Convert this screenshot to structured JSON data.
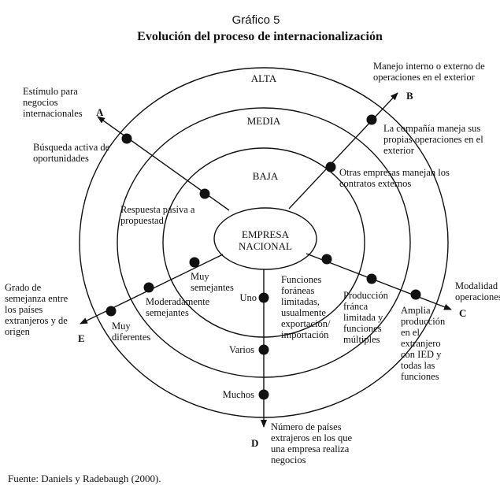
{
  "header": {
    "figure_number": "Gráfico 5",
    "title": "Evolución del proceso de internacionalización"
  },
  "rings": {
    "alta": "ALTA",
    "media": "MEDIA",
    "baja": "BAJA",
    "center_line1": "EMPRESA",
    "center_line2": "NACIONAL"
  },
  "axes": {
    "A": {
      "letter": "A",
      "description": [
        "Estímulo para",
        "negocios",
        "internacionales"
      ],
      "points": [
        [
          "Respuesta pasiva a",
          "propuestad"
        ],
        [
          "Búsqueda activa de",
          "oportunidades"
        ]
      ]
    },
    "B": {
      "letter": "B",
      "description": [
        "Manejo interno o externo de",
        "operaciones en el exterior"
      ],
      "points": [
        [
          "Otras empresas manejan los",
          "contratos externos"
        ],
        [
          "La compañía maneja sus",
          "propias operaciones en el",
          "exterior"
        ]
      ]
    },
    "C": {
      "letter": "C",
      "description": [
        "Modalidad de",
        "operaciones"
      ],
      "points": [
        [
          "Funciones",
          "foráneas",
          "limitadas,",
          "usualmente",
          "exportación/",
          "importación"
        ],
        [
          "Producción",
          "fránca",
          "limitada y",
          "funciones",
          "múltiples"
        ],
        [
          "Amplia",
          "producción",
          "en el",
          "extranjero",
          "con IED y",
          "todas las",
          "funciones"
        ]
      ]
    },
    "D": {
      "letter": "D",
      "description": [
        "Número de países",
        "extrajeros en los que",
        "una empresa realiza",
        "negocios"
      ],
      "points": [
        "Uno",
        "Varios",
        "Muchos"
      ]
    },
    "E": {
      "letter": "E",
      "description": [
        "Grado de",
        "semejanza entre",
        "los países",
        "extranjeros y de",
        "origen"
      ],
      "points": [
        [
          "Muy",
          "semejantes"
        ],
        [
          "Moderadamente",
          "semejantes"
        ],
        [
          "Muy",
          "diferentes"
        ]
      ]
    }
  },
  "footer": {
    "source": "Fuente: Daniels y Radebaugh (2000)."
  }
}
